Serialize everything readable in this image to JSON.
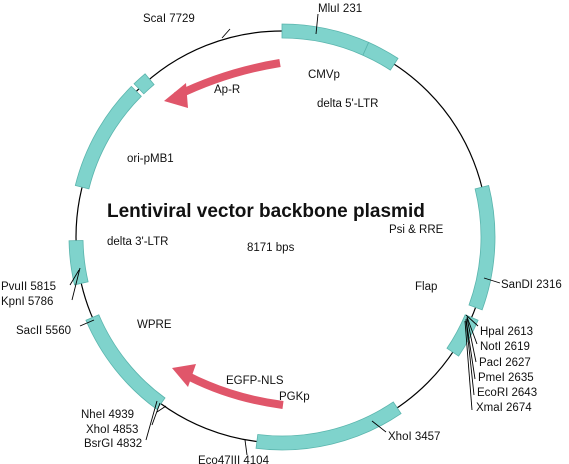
{
  "title": "Lentiviral vector backbone plasmid",
  "size": "8171 bps",
  "colors": {
    "feature": "#7fd3cc",
    "arrow": "#e0566a",
    "backbone": "#000000"
  },
  "features": {
    "cmvp": "CMVp",
    "delta5": "delta 5'-LTR",
    "ori": "ori-pMB1",
    "apr": "Ap-R",
    "psi_rre": "Psi & RRE",
    "delta3": "delta 3'-LTR",
    "flap": "Flap",
    "wpre": "WPRE",
    "egfp": "EGFP-NLS",
    "pgkp": "PGKp"
  },
  "sites": {
    "scai": "ScaI 7729",
    "mlui": "MluI 231",
    "sandi": "SanDI 2316",
    "hpai": "HpaI 2613",
    "noti": "NotI 2619",
    "paci": "PacI 2627",
    "pmei": "PmeI 2635",
    "ecori": "EcoRI 2643",
    "xmai": "XmaI 2674",
    "xhoi3457": "XhoI 3457",
    "eco47": "Eco47III 4104",
    "nhei": "NheI 4939",
    "xhoi4853": "XhoI 4853",
    "bsrgi": "BsrGI 4832",
    "sacii": "SacII 5560",
    "pvuii": "PvuII 5815",
    "kpni": "KpnI 5786"
  }
}
